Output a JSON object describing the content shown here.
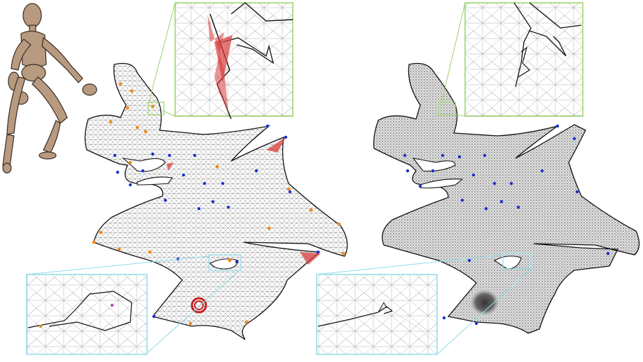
{
  "figure": {
    "panels": [
      {
        "id": "left",
        "state": "defective",
        "label": ""
      },
      {
        "id": "right",
        "state": "repaired",
        "label": ""
      }
    ],
    "colors": {
      "background": "#ffffff",
      "mesh_edge": "#6a6a6a",
      "mesh_fill": "#efefef",
      "boundary": "#111111",
      "vertex_interior": "#1a2fd0",
      "vertex_boundary": "#f08a1c",
      "flipped_triangles": "#d83c3c",
      "zoom_green": "#9ad26a",
      "zoom_cyan": "#8fdde8",
      "mannequin": "#b89a80"
    },
    "icons": [
      "mannequin-figure"
    ]
  }
}
